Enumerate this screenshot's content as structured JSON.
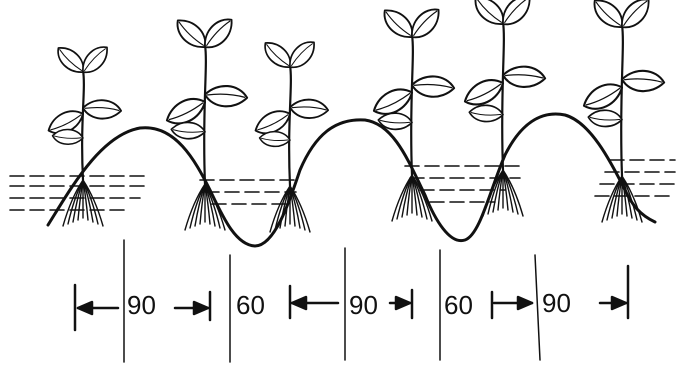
{
  "figure": {
    "spacings": [
      "90",
      "60",
      "90",
      "60",
      "90"
    ]
  }
}
